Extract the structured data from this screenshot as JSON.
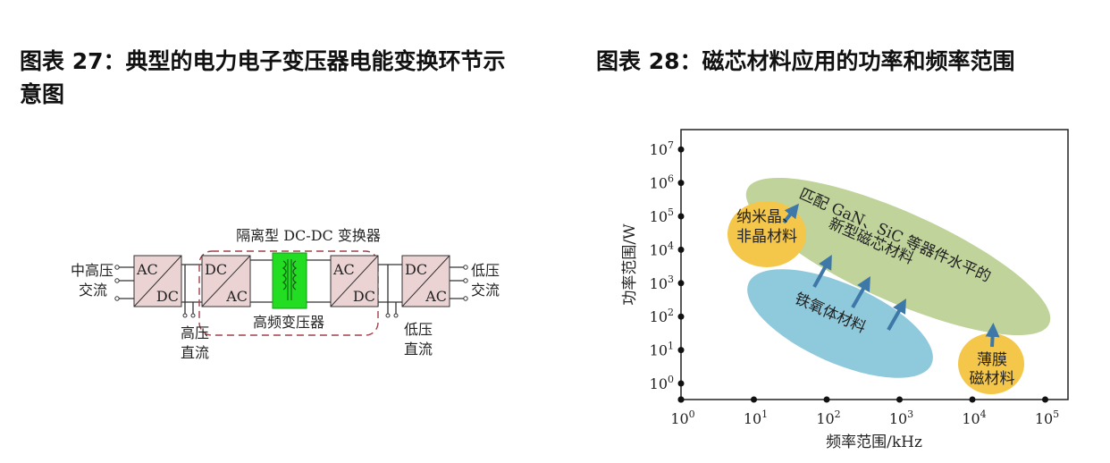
{
  "figure27": {
    "title_line1": "图表 27：典型的电力电子变压器电能变换环节示",
    "title_line2": "意图",
    "isolated_label": "隔离型 DC-DC 变换器",
    "input_label": [
      "中高压",
      "交流"
    ],
    "output_label": [
      "低压",
      "交流"
    ],
    "hvdc_label": [
      "高压",
      "直流"
    ],
    "lvdc_label": [
      "低压",
      "直流"
    ],
    "transformer_label": "高频变压器",
    "blocks": [
      {
        "top": "AC",
        "bottom": "DC"
      },
      {
        "top": "DC",
        "bottom": "AC"
      },
      {
        "top": "AC",
        "bottom": "DC"
      },
      {
        "top": "DC",
        "bottom": "AC"
      }
    ],
    "colors": {
      "block": "#ecd3d3",
      "transformer": "#22dd22",
      "dashed": "#a0404a"
    }
  },
  "figure28": {
    "title": "图表 28：磁芯材料应用的功率和频率范围",
    "xlabel": "频率范围/kHz",
    "ylabel": "功率范围/W",
    "x_ticks": [
      "0",
      "1",
      "2",
      "3",
      "4",
      "5"
    ],
    "y_ticks": [
      "0",
      "1",
      "2",
      "3",
      "4",
      "5",
      "6",
      "7"
    ],
    "tick_base": "10",
    "regions": {
      "new": [
        "匹配 GaN、SiC 等器件水平的",
        "新型磁芯材料"
      ],
      "nano": [
        "纳米晶、",
        "非晶材料"
      ],
      "ferrite": "铁氧体材料",
      "film": [
        "薄膜",
        "磁材料"
      ]
    },
    "colors": {
      "new": "#bfd39a",
      "nano": "#f4c64a",
      "ferrite": "#8fc9dc",
      "film": "#f4c64a",
      "arrow": "#3d78a8"
    }
  }
}
